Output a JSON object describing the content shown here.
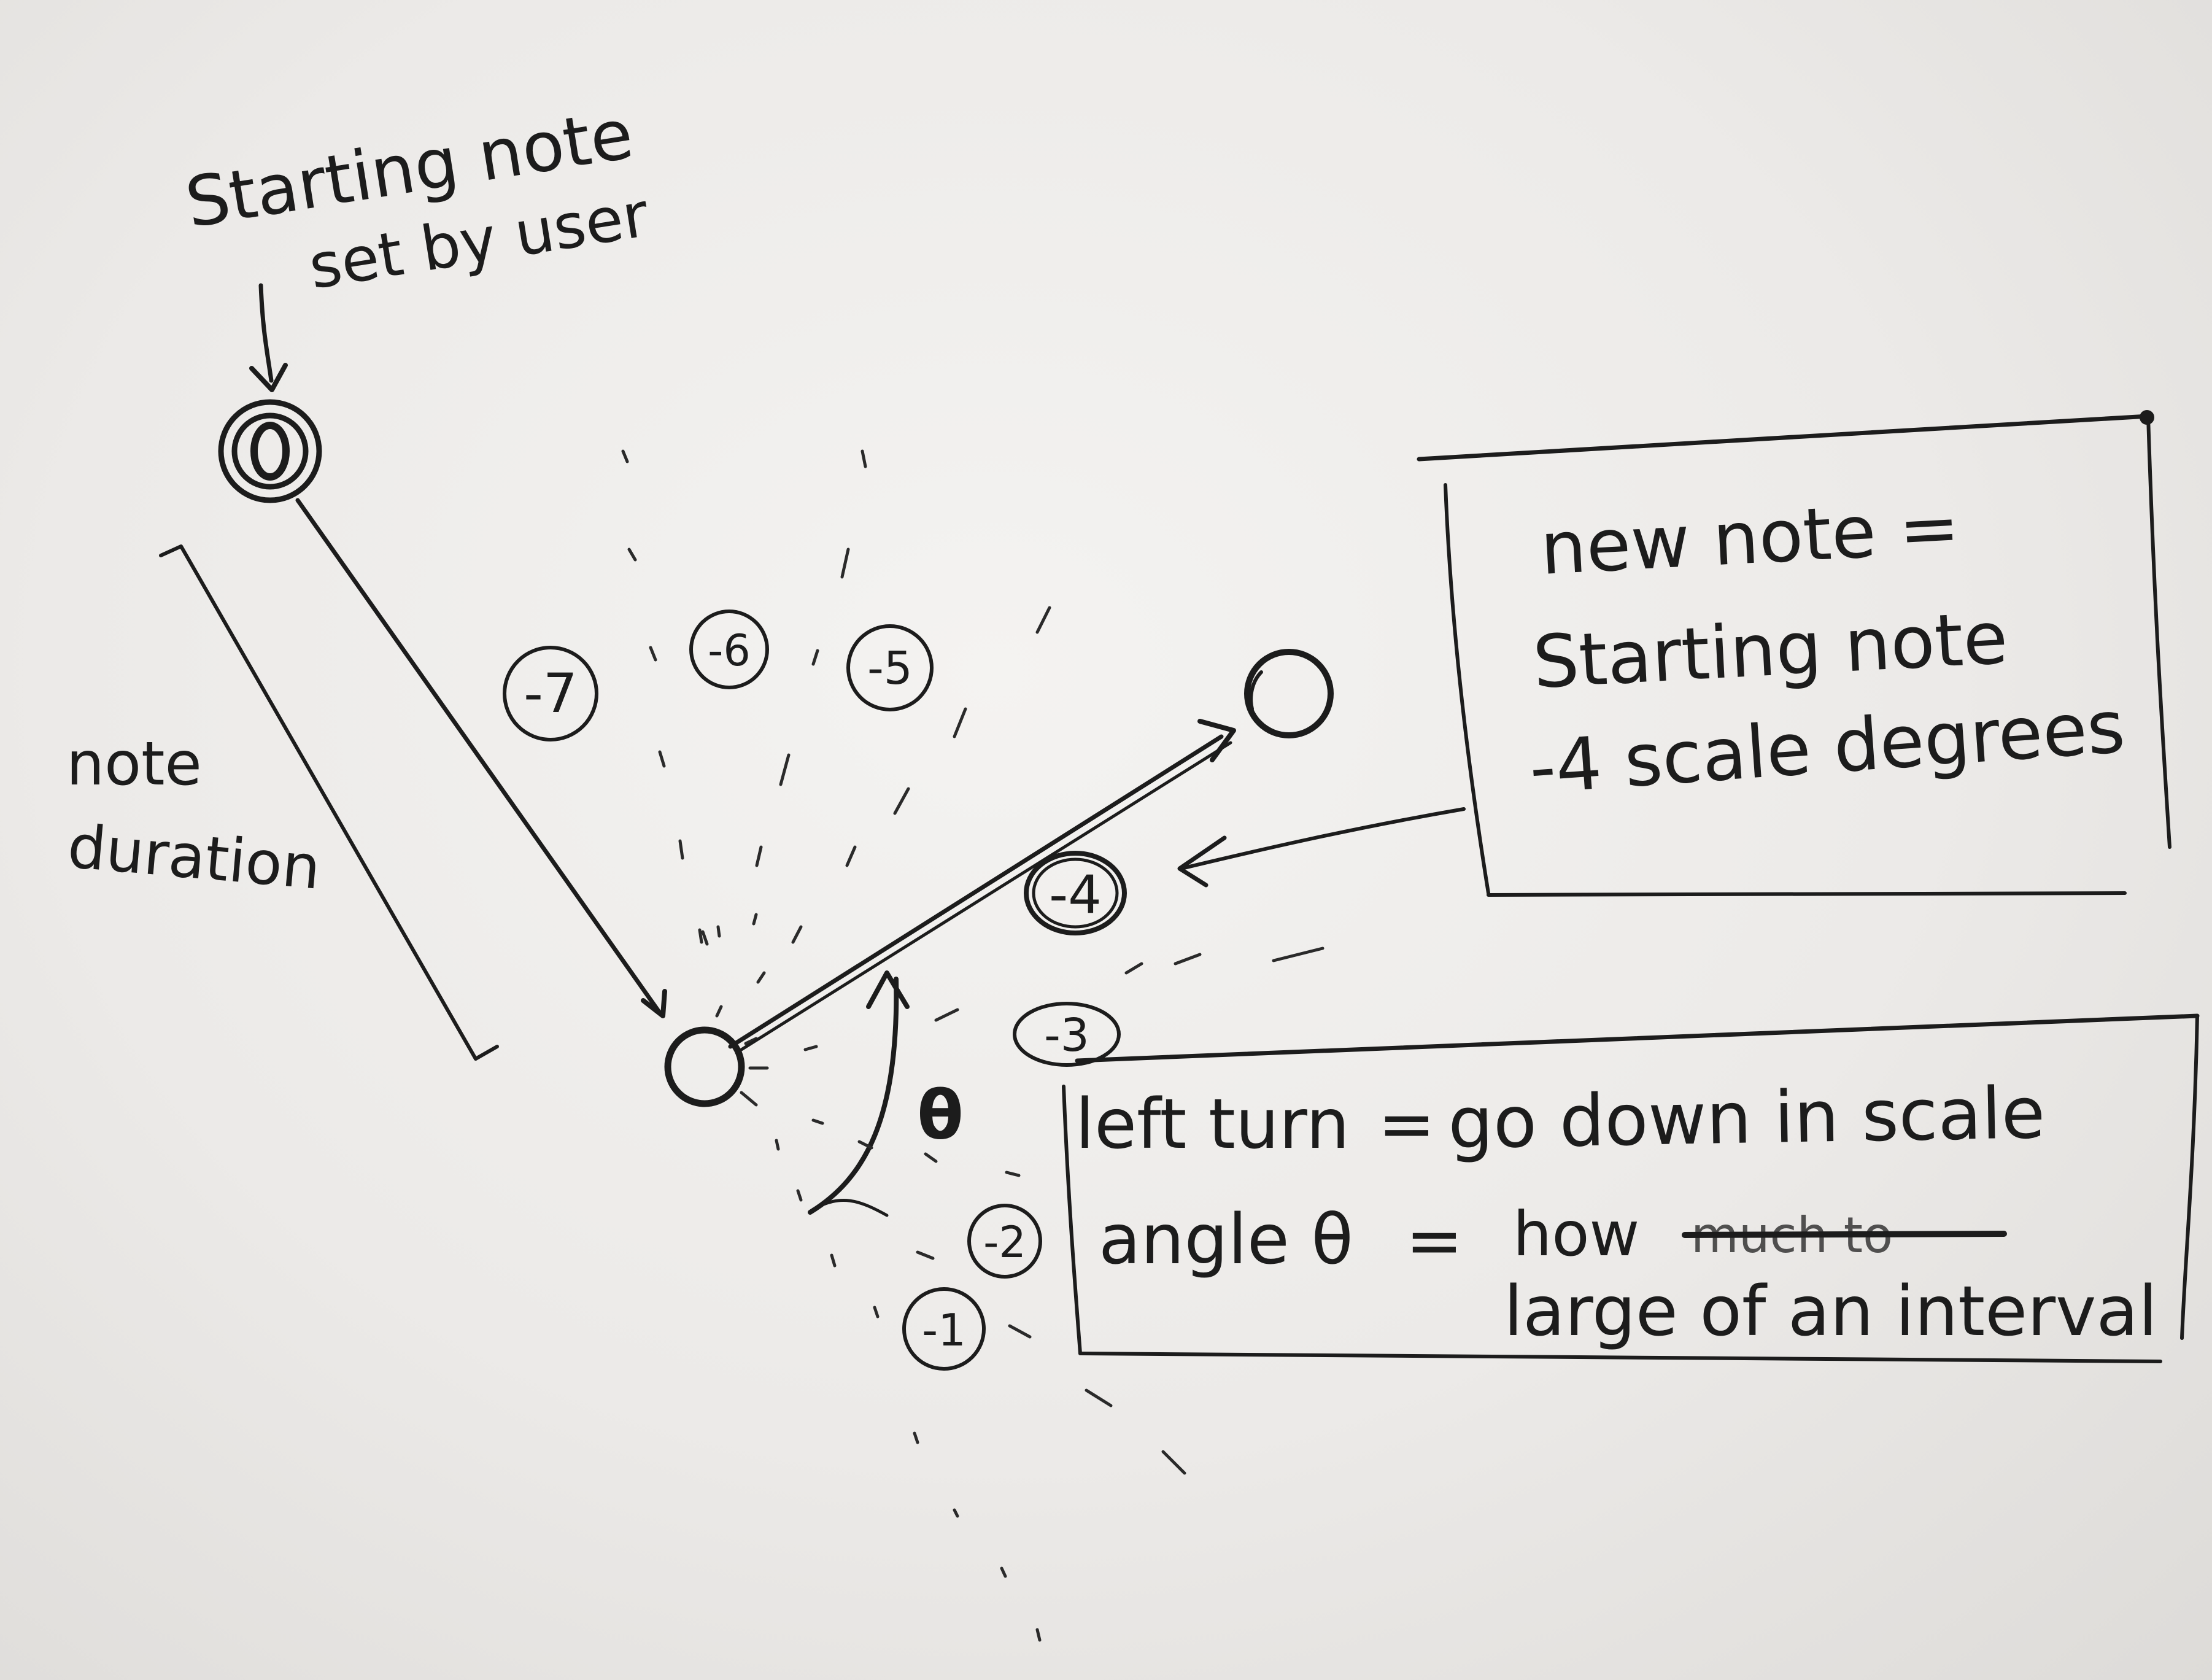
{
  "start_note_label": [
    "Starting note",
    "set by user"
  ],
  "duration_label": [
    "note",
    "duration"
  ],
  "node_labels": {
    "n7": "-7",
    "n6": "-6",
    "n5": "-5",
    "n4": "-4",
    "n3": "-3",
    "n2": "-2",
    "n1": "-1"
  },
  "theta_symbol": "θ",
  "formula_box": {
    "line1": "new note =",
    "line2": "Starting note",
    "line3": "-4 scale degrees"
  },
  "rules_box": {
    "row1_left": "left turn",
    "row1_eq": "=",
    "row1_right": "go down in scale",
    "row2_left": "angle θ",
    "row2_eq": "=",
    "row2_right_a": "how",
    "row2_struck": "much to",
    "row2_right_b": "large of an interval"
  },
  "ink_color": "#1c1c1c"
}
